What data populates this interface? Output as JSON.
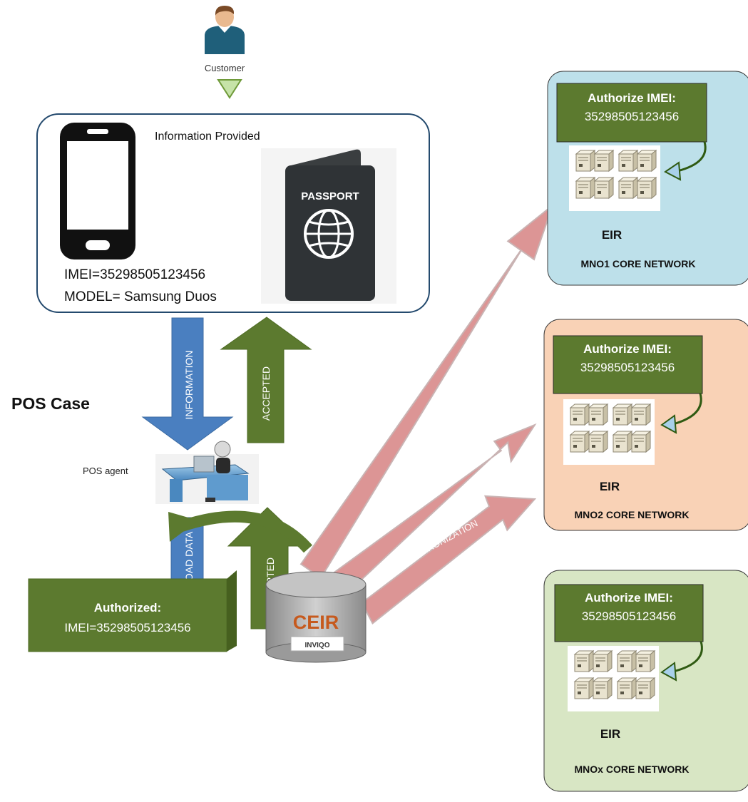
{
  "customer_label": "Customer",
  "info_box": {
    "title": "Information Provided",
    "imei_line": "IMEI=35298505123456",
    "model_line": "MODEL= Samsung Duos",
    "passport_label": "PASSPORT"
  },
  "pos_case_title": "POS Case",
  "pos_agent_label": "POS agent",
  "arrows": {
    "information": "INFORMATION",
    "accepted_top": "ACCEPTED",
    "upload_data": "UPLOAD DATA",
    "accepted_bottom": "ACCEPTED",
    "sync": "SYNCHRONIZATION"
  },
  "authorized_box": {
    "title": "Authorized:",
    "imei": "IMEI=35298505123456"
  },
  "ceir": {
    "label": "CEIR",
    "brand": "INVIQO"
  },
  "networks": [
    {
      "auth_title": "Authorize IMEI:",
      "auth_imei": "35298505123456",
      "eir_label": "EIR",
      "network_label": "MNO1 CORE NETWORK",
      "bg_color": "#bde0ea"
    },
    {
      "auth_title": "Authorize IMEI:",
      "auth_imei": "35298505123456",
      "eir_label": "EIR",
      "network_label": "MNO2 CORE NETWORK",
      "bg_color": "#f9d2b6"
    },
    {
      "auth_title": "Authorize IMEI:",
      "auth_imei": "35298505123456",
      "eir_label": "EIR",
      "network_label": "MNOx CORE NETWORK",
      "bg_color": "#d8e6c4"
    }
  ],
  "colors": {
    "green": "#5c7a2f",
    "blue": "#4a7fc0",
    "pink": "#dc9595",
    "pink_stroke": "#c9b3b3",
    "dark": "#2f3336"
  }
}
